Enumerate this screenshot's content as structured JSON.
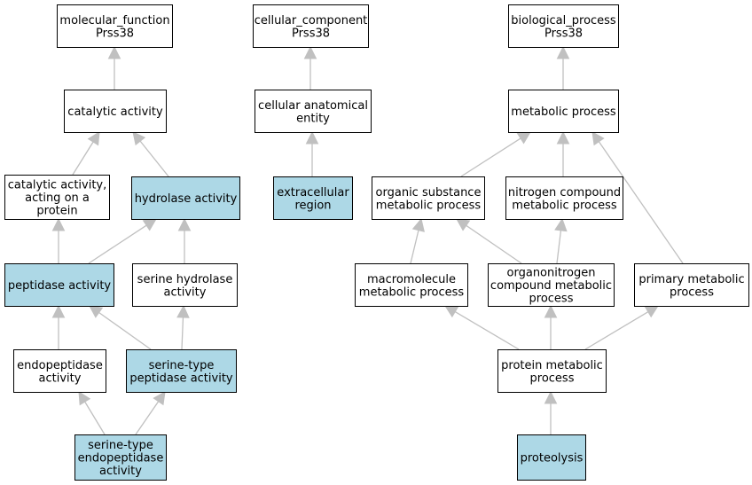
{
  "colors": {
    "highlight_fill": "#add8e6",
    "normal_fill": "#ffffff",
    "border": "#000000",
    "edge": "#c0c0c0"
  },
  "nodes": [
    {
      "id": "mf",
      "lines": [
        "molecular_function",
        "Prss38"
      ],
      "highlight": false
    },
    {
      "id": "cat",
      "lines": [
        "catalytic activity"
      ],
      "highlight": false
    },
    {
      "id": "catp",
      "lines": [
        "catalytic activity,",
        "acting on a",
        "protein"
      ],
      "highlight": false
    },
    {
      "id": "hyd",
      "lines": [
        "hydrolase activity"
      ],
      "highlight": true
    },
    {
      "id": "pep",
      "lines": [
        "peptidase activity"
      ],
      "highlight": true
    },
    {
      "id": "serh",
      "lines": [
        "serine hydrolase",
        "activity"
      ],
      "highlight": false
    },
    {
      "id": "endo",
      "lines": [
        "endopeptidase",
        "activity"
      ],
      "highlight": false
    },
    {
      "id": "sertp",
      "lines": [
        "serine-type",
        "peptidase activity"
      ],
      "highlight": true
    },
    {
      "id": "serte",
      "lines": [
        "serine-type",
        "endopeptidase",
        "activity"
      ],
      "highlight": true
    },
    {
      "id": "cc",
      "lines": [
        "cellular_component",
        "Prss38"
      ],
      "highlight": false
    },
    {
      "id": "cae",
      "lines": [
        "cellular anatomical",
        "entity"
      ],
      "highlight": false
    },
    {
      "id": "ext",
      "lines": [
        "extracellular",
        "region"
      ],
      "highlight": true
    },
    {
      "id": "bp",
      "lines": [
        "biological_process",
        "Prss38"
      ],
      "highlight": false
    },
    {
      "id": "met",
      "lines": [
        "metabolic process"
      ],
      "highlight": false
    },
    {
      "id": "osm",
      "lines": [
        "organic substance",
        "metabolic process"
      ],
      "highlight": false
    },
    {
      "id": "ncm",
      "lines": [
        "nitrogen compound",
        "metabolic process"
      ],
      "highlight": false
    },
    {
      "id": "macro",
      "lines": [
        "macromolecule",
        "metabolic process"
      ],
      "highlight": false
    },
    {
      "id": "orgn",
      "lines": [
        "organonitrogen",
        "compound metabolic",
        "process"
      ],
      "highlight": false
    },
    {
      "id": "prim",
      "lines": [
        "primary metabolic",
        "process"
      ],
      "highlight": false
    },
    {
      "id": "prot",
      "lines": [
        "protein metabolic",
        "process"
      ],
      "highlight": false
    },
    {
      "id": "proteo",
      "lines": [
        "proteolysis"
      ],
      "highlight": true
    }
  ],
  "edges": [
    [
      "cat",
      "mf"
    ],
    [
      "catp",
      "cat"
    ],
    [
      "hyd",
      "cat"
    ],
    [
      "pep",
      "catp"
    ],
    [
      "pep",
      "hyd"
    ],
    [
      "serh",
      "hyd"
    ],
    [
      "endo",
      "pep"
    ],
    [
      "sertp",
      "pep"
    ],
    [
      "sertp",
      "serh"
    ],
    [
      "serte",
      "endo"
    ],
    [
      "serte",
      "sertp"
    ],
    [
      "cae",
      "cc"
    ],
    [
      "ext",
      "cae"
    ],
    [
      "met",
      "bp"
    ],
    [
      "osm",
      "met"
    ],
    [
      "ncm",
      "met"
    ],
    [
      "prim",
      "met"
    ],
    [
      "macro",
      "osm"
    ],
    [
      "orgn",
      "osm"
    ],
    [
      "orgn",
      "ncm"
    ],
    [
      "prot",
      "macro"
    ],
    [
      "prot",
      "orgn"
    ],
    [
      "prot",
      "prim"
    ],
    [
      "proteo",
      "prot"
    ]
  ]
}
